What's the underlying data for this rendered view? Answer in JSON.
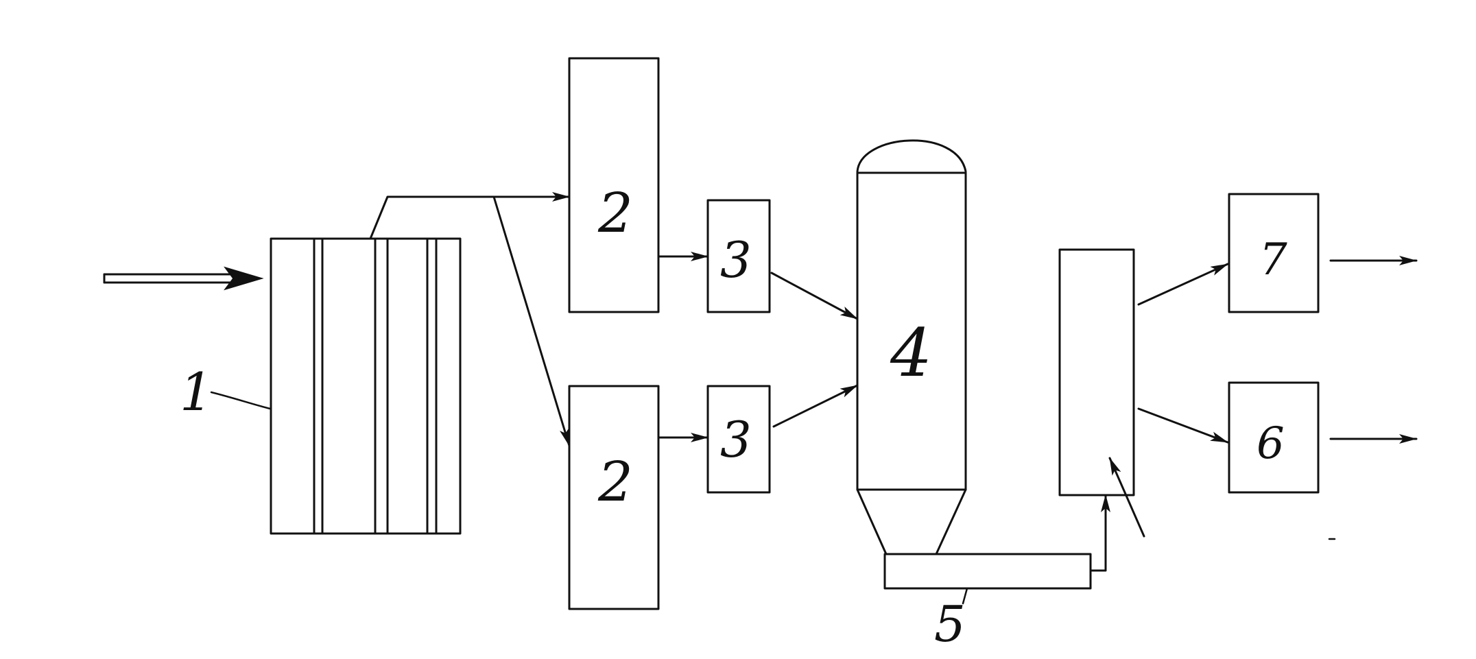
{
  "labels": {
    "unit1": "1",
    "unit2_top": "2",
    "unit2_bottom": "2",
    "unit3_top": "3",
    "unit3_bottom": "3",
    "unit4": "4",
    "unit5": "5",
    "unit6": "6",
    "unit7": "7"
  },
  "colors": {
    "ink": "#111111",
    "background": "#ffffff"
  }
}
